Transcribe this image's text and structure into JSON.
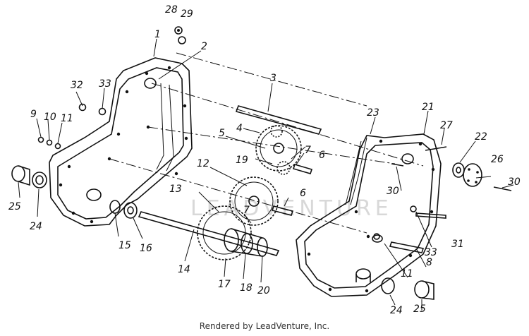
{
  "footer": "Rendered by LeadVenture, Inc.",
  "watermark": "LEADVENTURE",
  "callouts": [
    "28",
    "29",
    "1",
    "2",
    "3",
    "32",
    "33",
    "9",
    "10",
    "11",
    "4",
    "23",
    "21",
    "27",
    "5",
    "7",
    "6",
    "19",
    "22",
    "26",
    "12",
    "30",
    "30",
    "25",
    "24",
    "13",
    "6",
    "7",
    "31",
    "15",
    "16",
    "33",
    "14",
    "8",
    "11",
    "17",
    "18",
    "20",
    "24",
    "25"
  ],
  "colors": {
    "line": "#111111",
    "fill": "#ffffff",
    "text": "#111111"
  }
}
